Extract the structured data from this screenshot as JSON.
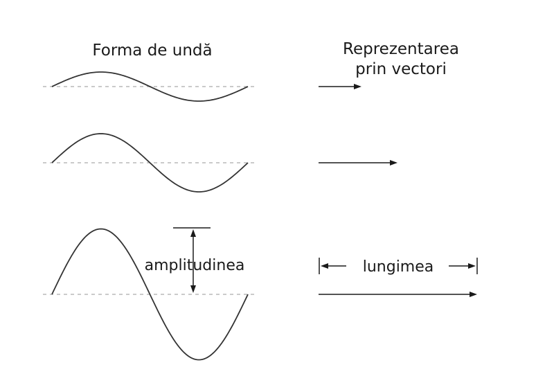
{
  "headers": {
    "waveform": "Forma de undă",
    "vector_line1": "Reprezentarea",
    "vector_line2": "prin vectori"
  },
  "labels": {
    "amplitude": "amplitudinea",
    "length": "lungimea"
  },
  "waves": [
    {
      "amplitude": 1,
      "vector_length": 1
    },
    {
      "amplitude": 2,
      "vector_length": 2
    },
    {
      "amplitude": 4.5,
      "vector_length": 4.5
    }
  ]
}
